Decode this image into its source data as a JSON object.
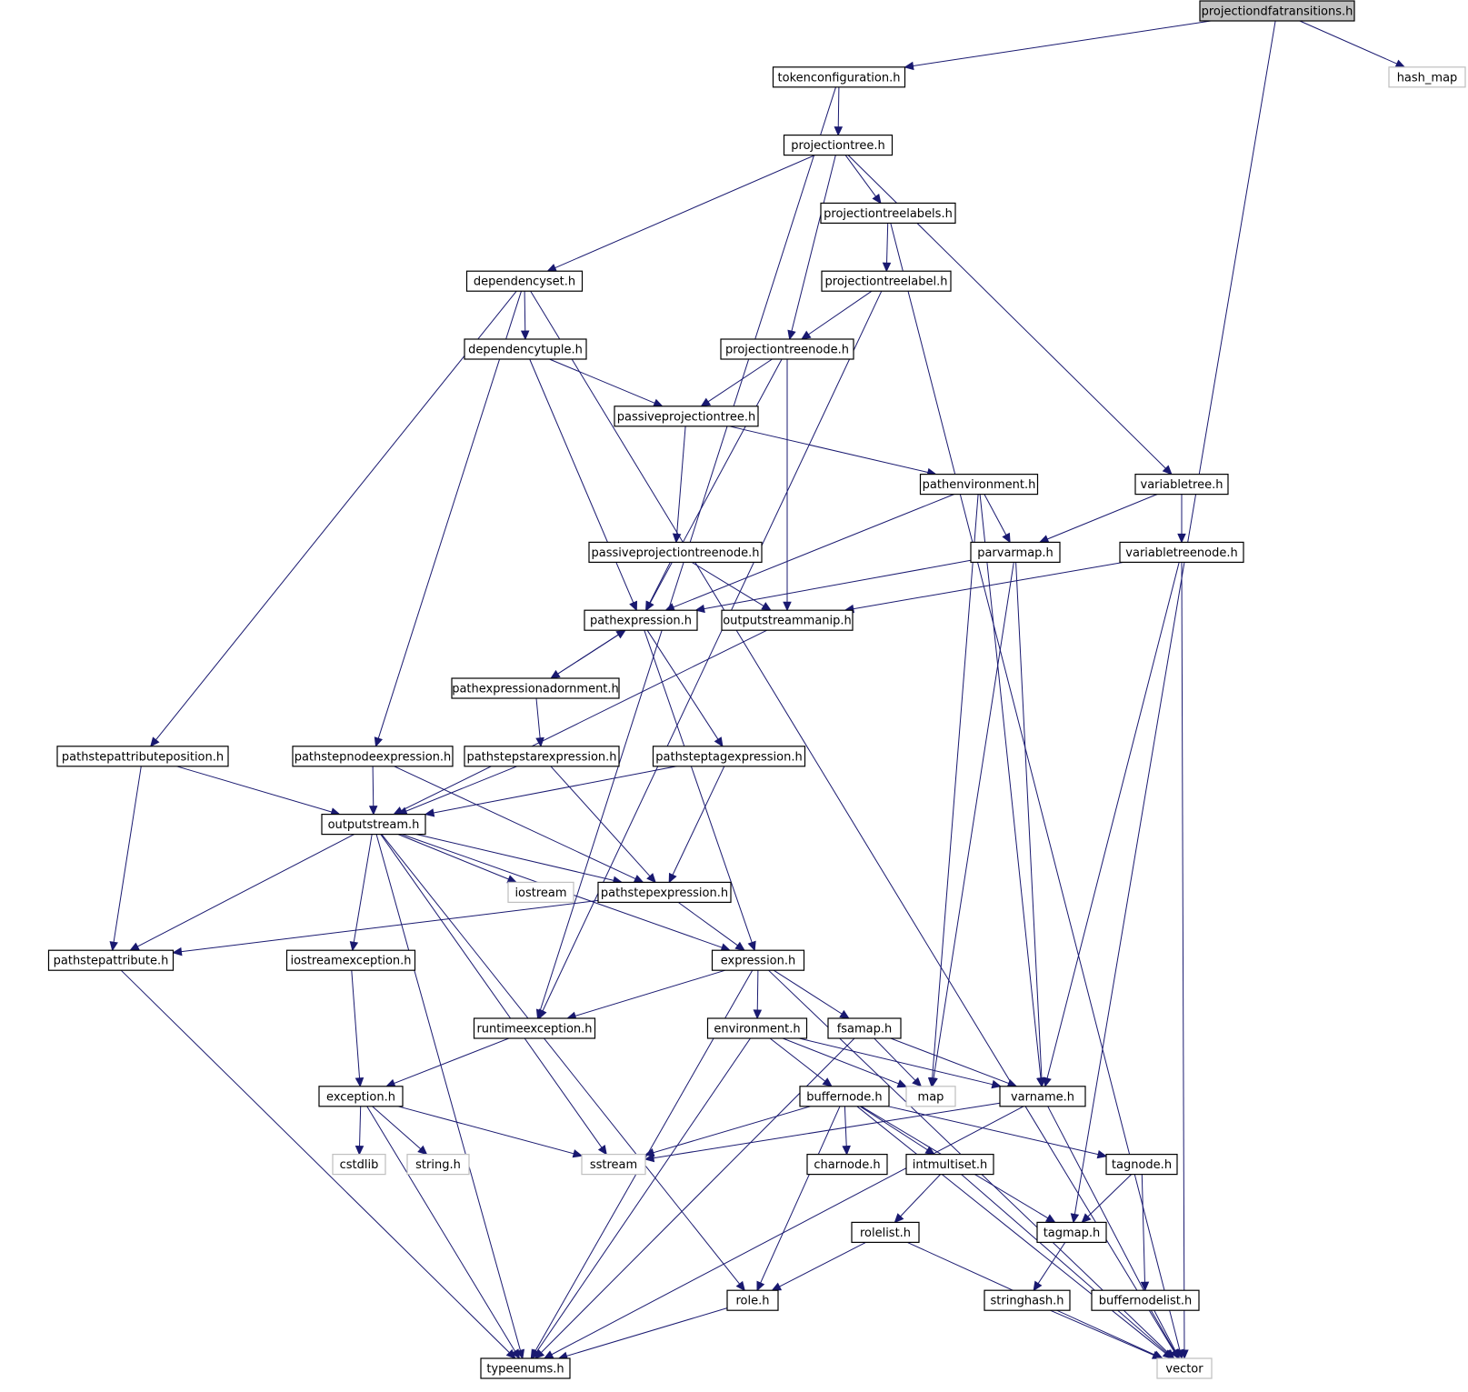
{
  "nodes": [
    {
      "id": "projectiondfatransitions",
      "label": "projectiondfatransitions.h",
      "kind": "root"
    },
    {
      "id": "tokenconfiguration",
      "label": "tokenconfiguration.h",
      "kind": "file"
    },
    {
      "id": "hash_map",
      "label": "hash_map",
      "kind": "external"
    },
    {
      "id": "projectiontree",
      "label": "projectiontree.h",
      "kind": "file"
    },
    {
      "id": "projectiontreelabels",
      "label": "projectiontreelabels.h",
      "kind": "file"
    },
    {
      "id": "projectiontreelabel",
      "label": "projectiontreelabel.h",
      "kind": "file"
    },
    {
      "id": "dependencyset",
      "label": "dependencyset.h",
      "kind": "file"
    },
    {
      "id": "dependencytuple",
      "label": "dependencytuple.h",
      "kind": "file"
    },
    {
      "id": "projectiontreenode",
      "label": "projectiontreenode.h",
      "kind": "file"
    },
    {
      "id": "passiveprojectiontree",
      "label": "passiveprojectiontree.h",
      "kind": "file"
    },
    {
      "id": "pathenvironment",
      "label": "pathenvironment.h",
      "kind": "file"
    },
    {
      "id": "variabletree",
      "label": "variabletree.h",
      "kind": "file"
    },
    {
      "id": "passiveprojectiontreenode",
      "label": "passiveprojectiontreenode.h",
      "kind": "file"
    },
    {
      "id": "parvarmap",
      "label": "parvarmap.h",
      "kind": "file"
    },
    {
      "id": "variabletreenode",
      "label": "variabletreenode.h",
      "kind": "file"
    },
    {
      "id": "pathexpression",
      "label": "pathexpression.h",
      "kind": "file"
    },
    {
      "id": "outputstreammanip",
      "label": "outputstreammanip.h",
      "kind": "file"
    },
    {
      "id": "pathexpressionadornment",
      "label": "pathexpressionadornment.h",
      "kind": "file"
    },
    {
      "id": "pathstepattributeposition",
      "label": "pathstepattributeposition.h",
      "kind": "file"
    },
    {
      "id": "pathstepnodeexpression",
      "label": "pathstepnodeexpression.h",
      "kind": "file"
    },
    {
      "id": "pathstepstarexpression",
      "label": "pathstepstarexpression.h",
      "kind": "file"
    },
    {
      "id": "pathsteptagexpression",
      "label": "pathsteptagexpression.h",
      "kind": "file"
    },
    {
      "id": "outputstream",
      "label": "outputstream.h",
      "kind": "file"
    },
    {
      "id": "iostream",
      "label": "iostream",
      "kind": "external"
    },
    {
      "id": "pathstepexpression",
      "label": "pathstepexpression.h",
      "kind": "file"
    },
    {
      "id": "pathstepattribute",
      "label": "pathstepattribute.h",
      "kind": "file"
    },
    {
      "id": "iostreamexception",
      "label": "iostreamexception.h",
      "kind": "file"
    },
    {
      "id": "expression",
      "label": "expression.h",
      "kind": "file"
    },
    {
      "id": "runtimeexception",
      "label": "runtimeexception.h",
      "kind": "file"
    },
    {
      "id": "environment",
      "label": "environment.h",
      "kind": "file"
    },
    {
      "id": "fsamap",
      "label": "fsamap.h",
      "kind": "file"
    },
    {
      "id": "exception",
      "label": "exception.h",
      "kind": "file"
    },
    {
      "id": "buffernode",
      "label": "buffernode.h",
      "kind": "file"
    },
    {
      "id": "map",
      "label": "map",
      "kind": "external"
    },
    {
      "id": "varname",
      "label": "varname.h",
      "kind": "file"
    },
    {
      "id": "cstdlib",
      "label": "cstdlib",
      "kind": "external"
    },
    {
      "id": "string",
      "label": "string.h",
      "kind": "external"
    },
    {
      "id": "sstream",
      "label": "sstream",
      "kind": "external"
    },
    {
      "id": "charnode",
      "label": "charnode.h",
      "kind": "file"
    },
    {
      "id": "intmultiset",
      "label": "intmultiset.h",
      "kind": "file"
    },
    {
      "id": "tagnode",
      "label": "tagnode.h",
      "kind": "file"
    },
    {
      "id": "rolelist",
      "label": "rolelist.h",
      "kind": "file"
    },
    {
      "id": "tagmap",
      "label": "tagmap.h",
      "kind": "file"
    },
    {
      "id": "role",
      "label": "role.h",
      "kind": "file"
    },
    {
      "id": "stringhash",
      "label": "stringhash.h",
      "kind": "file"
    },
    {
      "id": "buffernodelist",
      "label": "buffernodelist.h",
      "kind": "file"
    },
    {
      "id": "typeenums",
      "label": "typeenums.h",
      "kind": "file"
    },
    {
      "id": "vector",
      "label": "vector",
      "kind": "external"
    }
  ],
  "edges": [
    [
      "projectiondfatransitions",
      "tokenconfiguration"
    ],
    [
      "projectiondfatransitions",
      "hash_map"
    ],
    [
      "projectiondfatransitions",
      "tagmap"
    ],
    [
      "tokenconfiguration",
      "projectiontree"
    ],
    [
      "tokenconfiguration",
      "runtimeexception"
    ],
    [
      "projectiontree",
      "dependencyset"
    ],
    [
      "projectiontree",
      "projectiontreenode"
    ],
    [
      "projectiontree",
      "projectiontreelabels"
    ],
    [
      "projectiontree",
      "variabletree"
    ],
    [
      "projectiontreelabels",
      "projectiontreelabel"
    ],
    [
      "projectiontreelabels",
      "vector"
    ],
    [
      "projectiontreelabel",
      "projectiontreenode"
    ],
    [
      "projectiontreelabel",
      "runtimeexception"
    ],
    [
      "dependencyset",
      "dependencytuple"
    ],
    [
      "dependencyset",
      "pathstepattributeposition"
    ],
    [
      "dependencyset",
      "pathstepnodeexpression"
    ],
    [
      "dependencyset",
      "vector"
    ],
    [
      "dependencytuple",
      "passiveprojectiontree"
    ],
    [
      "dependencytuple",
      "pathexpression"
    ],
    [
      "projectiontreenode",
      "passiveprojectiontree"
    ],
    [
      "projectiontreenode",
      "pathexpression"
    ],
    [
      "projectiontreenode",
      "outputstreammanip"
    ],
    [
      "passiveprojectiontree",
      "passiveprojectiontreenode"
    ],
    [
      "passiveprojectiontree",
      "pathenvironment"
    ],
    [
      "pathenvironment",
      "pathexpression"
    ],
    [
      "pathenvironment",
      "parvarmap"
    ],
    [
      "pathenvironment",
      "map"
    ],
    [
      "pathenvironment",
      "varname"
    ],
    [
      "variabletree",
      "parvarmap"
    ],
    [
      "variabletree",
      "variabletreenode"
    ],
    [
      "passiveprojectiontreenode",
      "pathexpression"
    ],
    [
      "passiveprojectiontreenode",
      "outputstreammanip"
    ],
    [
      "parvarmap",
      "pathexpression"
    ],
    [
      "parvarmap",
      "map"
    ],
    [
      "parvarmap",
      "varname"
    ],
    [
      "variabletreenode",
      "outputstreammanip"
    ],
    [
      "variabletreenode",
      "varname"
    ],
    [
      "variabletreenode",
      "vector"
    ],
    [
      "pathexpression",
      "pathexpressionadornment"
    ],
    [
      "pathexpression",
      "pathsteptagexpression"
    ],
    [
      "pathexpression",
      "expression"
    ],
    [
      "pathexpressionadornment",
      "pathexpression"
    ],
    [
      "pathexpressionadornment",
      "pathstepstarexpression"
    ],
    [
      "outputstreammanip",
      "outputstream"
    ],
    [
      "pathstepattributeposition",
      "outputstream"
    ],
    [
      "pathstepattributeposition",
      "pathstepattribute"
    ],
    [
      "pathstepnodeexpression",
      "outputstream"
    ],
    [
      "pathstepnodeexpression",
      "pathstepexpression"
    ],
    [
      "pathstepstarexpression",
      "outputstream"
    ],
    [
      "pathstepstarexpression",
      "pathstepexpression"
    ],
    [
      "pathsteptagexpression",
      "outputstream"
    ],
    [
      "pathsteptagexpression",
      "pathstepexpression"
    ],
    [
      "outputstream",
      "iostream"
    ],
    [
      "outputstream",
      "pathstepexpression"
    ],
    [
      "outputstream",
      "pathstepattribute"
    ],
    [
      "outputstream",
      "iostreamexception"
    ],
    [
      "outputstream",
      "expression"
    ],
    [
      "outputstream",
      "sstream"
    ],
    [
      "outputstream",
      "typeenums"
    ],
    [
      "outputstream",
      "role"
    ],
    [
      "pathstepexpression",
      "pathstepattribute"
    ],
    [
      "pathstepexpression",
      "expression"
    ],
    [
      "pathstepattribute",
      "typeenums"
    ],
    [
      "iostreamexception",
      "exception"
    ],
    [
      "expression",
      "runtimeexception"
    ],
    [
      "expression",
      "environment"
    ],
    [
      "expression",
      "fsamap"
    ],
    [
      "expression",
      "typeenums"
    ],
    [
      "expression",
      "vector"
    ],
    [
      "runtimeexception",
      "exception"
    ],
    [
      "environment",
      "buffernode"
    ],
    [
      "environment",
      "map"
    ],
    [
      "environment",
      "varname"
    ],
    [
      "environment",
      "typeenums"
    ],
    [
      "fsamap",
      "map"
    ],
    [
      "fsamap",
      "varname"
    ],
    [
      "fsamap",
      "typeenums"
    ],
    [
      "exception",
      "cstdlib"
    ],
    [
      "exception",
      "string"
    ],
    [
      "exception",
      "sstream"
    ],
    [
      "exception",
      "typeenums"
    ],
    [
      "buffernode",
      "sstream"
    ],
    [
      "buffernode",
      "charnode"
    ],
    [
      "buffernode",
      "intmultiset"
    ],
    [
      "buffernode",
      "tagnode"
    ],
    [
      "buffernode",
      "tagmap"
    ],
    [
      "buffernode",
      "role"
    ],
    [
      "buffernode",
      "vector"
    ],
    [
      "varname",
      "sstream"
    ],
    [
      "varname",
      "typeenums"
    ],
    [
      "varname",
      "vector"
    ],
    [
      "intmultiset",
      "rolelist"
    ],
    [
      "intmultiset",
      "vector"
    ],
    [
      "tagnode",
      "tagmap"
    ],
    [
      "tagnode",
      "buffernodelist"
    ],
    [
      "rolelist",
      "role"
    ],
    [
      "rolelist",
      "vector"
    ],
    [
      "tagmap",
      "stringhash"
    ],
    [
      "role",
      "typeenums"
    ],
    [
      "stringhash",
      "vector"
    ],
    [
      "buffernodelist",
      "vector"
    ]
  ],
  "colors": {
    "edge": "#191970",
    "box_border": "#000000",
    "external_border": "#bfbfbf",
    "root_fill": "#bfbfbf"
  }
}
